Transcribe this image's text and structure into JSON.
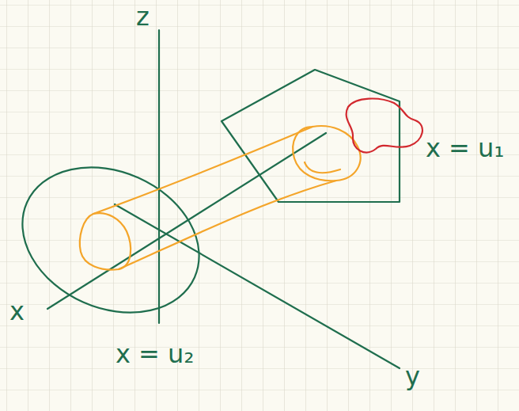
{
  "diagram": {
    "labels": [
      "z",
      "x",
      "y",
      "x = u₁",
      "x = u₂"
    ]
  }
}
